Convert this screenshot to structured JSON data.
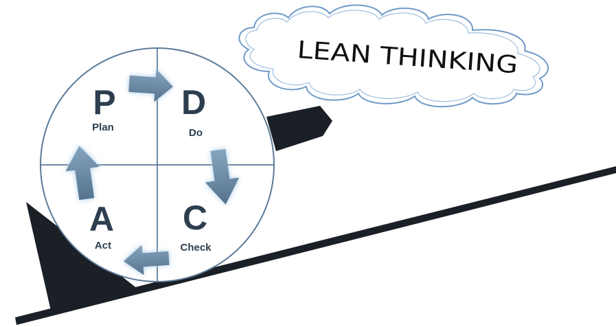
{
  "title": "LEAN THINKING",
  "pdca": {
    "plan": {
      "letter": "P",
      "label": "Plan"
    },
    "do": {
      "letter": "D",
      "label": "Do"
    },
    "check": {
      "letter": "C",
      "label": "Check"
    },
    "act": {
      "letter": "A",
      "label": "Act"
    }
  },
  "colors": {
    "circle_stroke": "#5b7a96",
    "arrow_fill": "#6f8ea8",
    "arrow_glow": "#9cc3e6",
    "ramp": "#1b1f26",
    "text": "#2d3e4f",
    "cloud_stroke": "#6f9ac8"
  }
}
